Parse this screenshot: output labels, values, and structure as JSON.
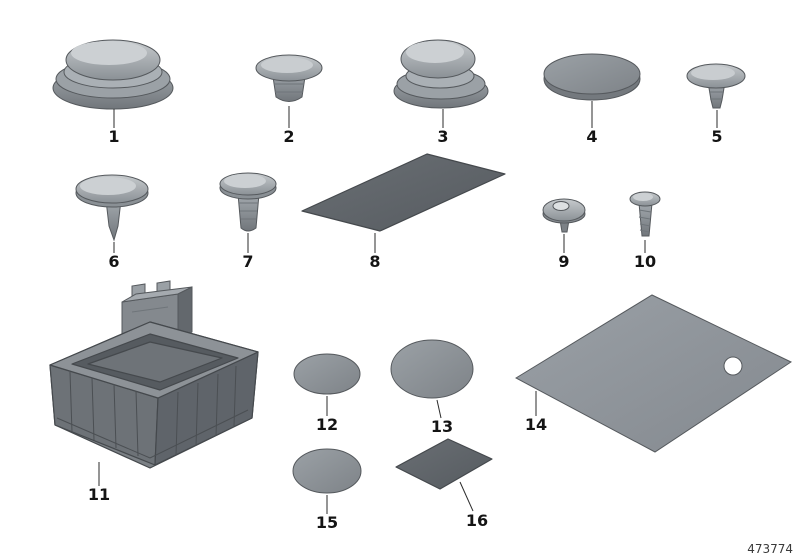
{
  "diagram_number": "473774",
  "colors": {
    "part_gray": "#9aa0a6",
    "pad_dark": "#5f646a",
    "pad_mid": "#8f959b",
    "outline": "#55595d",
    "label_text": "#141414"
  },
  "parts": [
    {
      "label": "1",
      "kind": "large-round-sealing-plug"
    },
    {
      "label": "2",
      "kind": "blind-plug"
    },
    {
      "label": "3",
      "kind": "round-sealing-plug"
    },
    {
      "label": "4",
      "kind": "flat-sealing-disc"
    },
    {
      "label": "5",
      "kind": "plug-with-expanding-stem"
    },
    {
      "label": "6",
      "kind": "cap-with-pin"
    },
    {
      "label": "7",
      "kind": "expanding-plug"
    },
    {
      "label": "8",
      "kind": "rectangular-adhesive-pad"
    },
    {
      "label": "9",
      "kind": "dome-rivet"
    },
    {
      "label": "10",
      "kind": "screw-rivet"
    },
    {
      "label": "11",
      "kind": "ribbed-support-box"
    },
    {
      "label": "12",
      "kind": "round-adhesive-pad"
    },
    {
      "label": "13",
      "kind": "round-adhesive-pad-large"
    },
    {
      "label": "14",
      "kind": "large-insulation-pad-with-hole"
    },
    {
      "label": "15",
      "kind": "round-adhesive-pad"
    },
    {
      "label": "16",
      "kind": "small-rectangular-adhesive-pad"
    }
  ]
}
